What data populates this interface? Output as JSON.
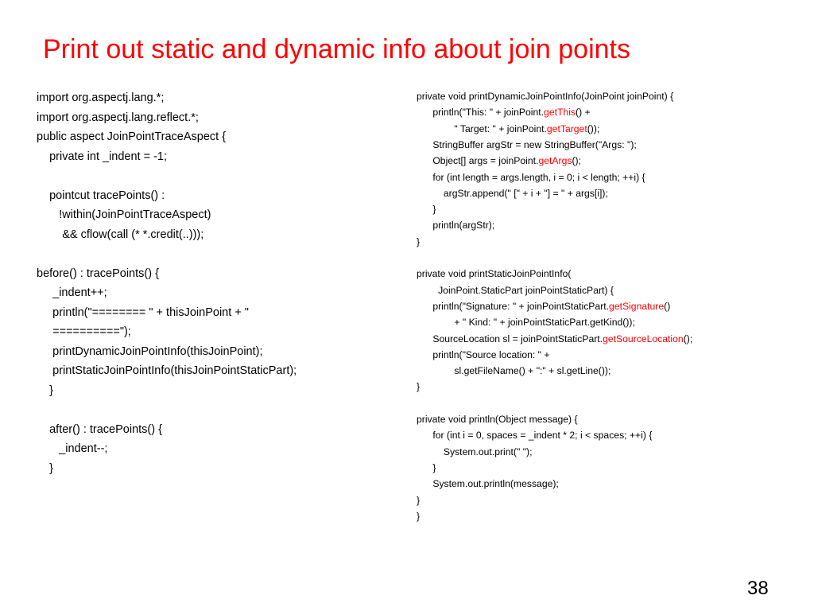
{
  "slide": {
    "title": "Print out static and dynamic info about join points",
    "page_number": "38",
    "accent_color": "#ff0000"
  },
  "left_code": {
    "lines": [
      "import org.aspectj.lang.*;",
      "import org.aspectj.lang.reflect.*;",
      "public aspect JoinPointTraceAspect {",
      "    private int _indent = -1;",
      "",
      "    pointcut tracePoints() :",
      "       !within(JoinPointTraceAspect)",
      "        && cflow(call (* *.credit(..)));",
      "",
      "before() : tracePoints() {",
      "     _indent++;",
      "     println(\"======== \" + thisJoinPoint + \"",
      "     ==========\");",
      "     printDynamicJoinPointInfo(thisJoinPoint);",
      "     printStaticJoinPointInfo(thisJoinPointStaticPart);",
      "    }",
      "",
      "    after() : tracePoints() {",
      "       _indent--;",
      "    }"
    ]
  },
  "right_code": {
    "lines": [
      [
        {
          "t": "private void printDynamicJoinPointInfo(JoinPoint joinPoint) {"
        }
      ],
      [
        {
          "t": "      println(\"This: \" + joinPoint."
        },
        {
          "t": "getThis",
          "hl": true
        },
        {
          "t": "() +"
        }
      ],
      [
        {
          "t": "              \" Target: \" + joinPoint."
        },
        {
          "t": "getTarget",
          "hl": true
        },
        {
          "t": "());"
        }
      ],
      [
        {
          "t": "      StringBuffer argStr = new StringBuffer(\"Args: \");"
        }
      ],
      [
        {
          "t": "      Object[] args = joinPoint."
        },
        {
          "t": "getArgs",
          "hl": true
        },
        {
          "t": "();"
        }
      ],
      [
        {
          "t": "      for (int length = args.length, i = 0; i < length; ++i) {"
        }
      ],
      [
        {
          "t": "          argStr.append(\" [\" + i + \"] = \" + args[i]);"
        }
      ],
      [
        {
          "t": "      }"
        }
      ],
      [
        {
          "t": "      println(argStr);"
        }
      ],
      [
        {
          "t": "}"
        }
      ],
      [
        {
          "t": ""
        }
      ],
      [
        {
          "t": "private void printStaticJoinPointInfo("
        }
      ],
      [
        {
          "t": "        JoinPoint.StaticPart joinPointStaticPart) {"
        }
      ],
      [
        {
          "t": "      println(\"Signature: \" + joinPointStaticPart."
        },
        {
          "t": "getSignature",
          "hl": true
        },
        {
          "t": "()"
        }
      ],
      [
        {
          "t": "              + \" Kind: \" + joinPointStaticPart.getKind());"
        }
      ],
      [
        {
          "t": "      SourceLocation sl = joinPointStaticPart."
        },
        {
          "t": "getSourceLocation",
          "hl": true
        },
        {
          "t": "();"
        }
      ],
      [
        {
          "t": "      println(\"Source location: \" +"
        }
      ],
      [
        {
          "t": "              sl.getFileName() + \":\" + sl.getLine());"
        }
      ],
      [
        {
          "t": "}"
        }
      ],
      [
        {
          "t": ""
        }
      ],
      [
        {
          "t": "private void println(Object message) {"
        }
      ],
      [
        {
          "t": "      for (int i = 0, spaces = _indent * 2; i < spaces; ++i) {"
        }
      ],
      [
        {
          "t": "          System.out.print(\" \");"
        }
      ],
      [
        {
          "t": "      }"
        }
      ],
      [
        {
          "t": "      System.out.println(message);"
        }
      ],
      [
        {
          "t": "}"
        }
      ],
      [
        {
          "t": "}"
        }
      ]
    ]
  }
}
